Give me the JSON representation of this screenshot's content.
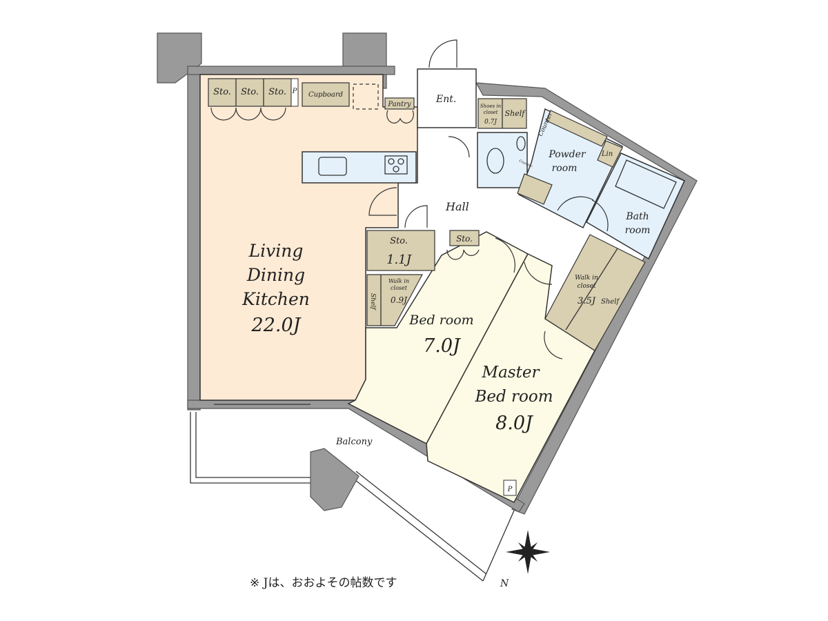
{
  "rooms": {
    "ldk": {
      "line1": "Living",
      "line2": "Dining",
      "line3": "Kitchen",
      "size": "22.0J"
    },
    "bedroom": {
      "name": "Bed room",
      "size": "7.0J"
    },
    "master": {
      "line1": "Master",
      "line2": "Bed room",
      "size": "8.0J"
    },
    "hall": "Hall",
    "entrance": "Ent.",
    "powder": {
      "line1": "Powder",
      "line2": "room"
    },
    "bath": {
      "line1": "Bath",
      "line2": "room"
    },
    "balcony": "Balcony"
  },
  "storage": {
    "sto1": "Sto.",
    "sto2": "Sto.",
    "sto3": "Sto.",
    "pipe": "P",
    "cupboard": "Cupboard",
    "pantry": "Pantry",
    "hall_sto": {
      "name": "Sto.",
      "size": "1.1J"
    },
    "bed_sto": "Sto.",
    "bed_wic": {
      "line1": "Walk in",
      "line2": "closet",
      "size": "0.9J",
      "shelf": "Shelf"
    },
    "shoes": {
      "line1": "Shoes in",
      "line2": "closet",
      "size": "0.7J",
      "shelf": "Shelf"
    },
    "counter": "Counter",
    "counter_small": "Counter",
    "linen": "Lin",
    "master_wic": {
      "line1": "Walk in",
      "line2": "closet",
      "size": "3.5J",
      "shelf": "Shelf"
    },
    "master_pipe": "P"
  },
  "compass": {
    "north": "N"
  },
  "note": "※ Jは、おおよその帖数です",
  "colors": {
    "ldk": "#fdebd5",
    "bedroom": "#fdfbe5",
    "storage": "#d9cfb1",
    "wet": "#e4f1fb",
    "wall": "#9a9a9a"
  }
}
